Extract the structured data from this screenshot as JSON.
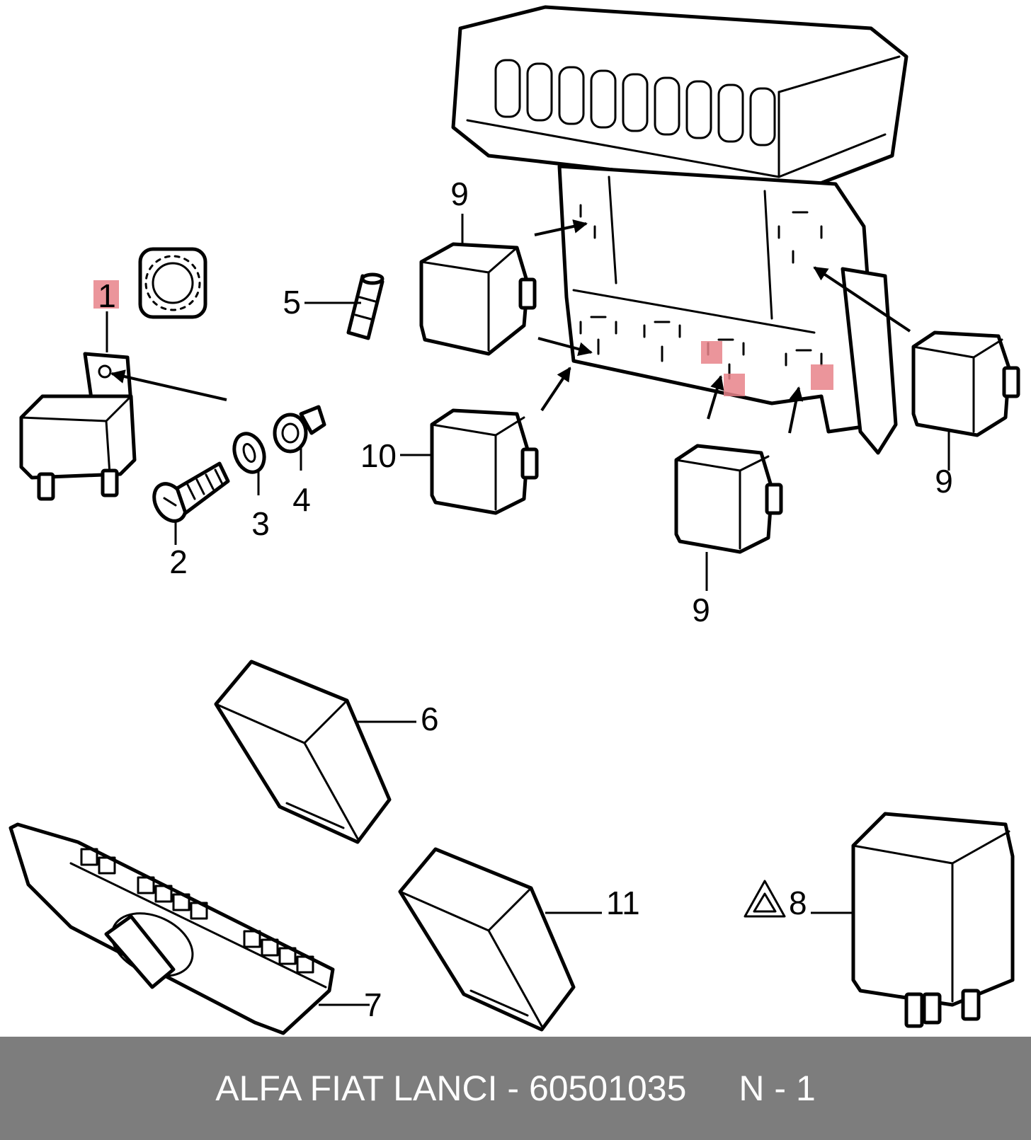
{
  "diagram": {
    "callouts": {
      "c1": "1",
      "c2": "2",
      "c3": "3",
      "c4": "4",
      "c5": "5",
      "c6": "6",
      "c7": "7",
      "c8": "8",
      "c9a": "9",
      "c9b": "9",
      "c9c": "9",
      "c10": "10",
      "c11": "11"
    },
    "highlight_color": "#e8828a"
  },
  "footer": {
    "part_text": "ALFA FIAT LANCI - 60501035",
    "page_text": "N - 1",
    "background": "#7d7d7d"
  }
}
